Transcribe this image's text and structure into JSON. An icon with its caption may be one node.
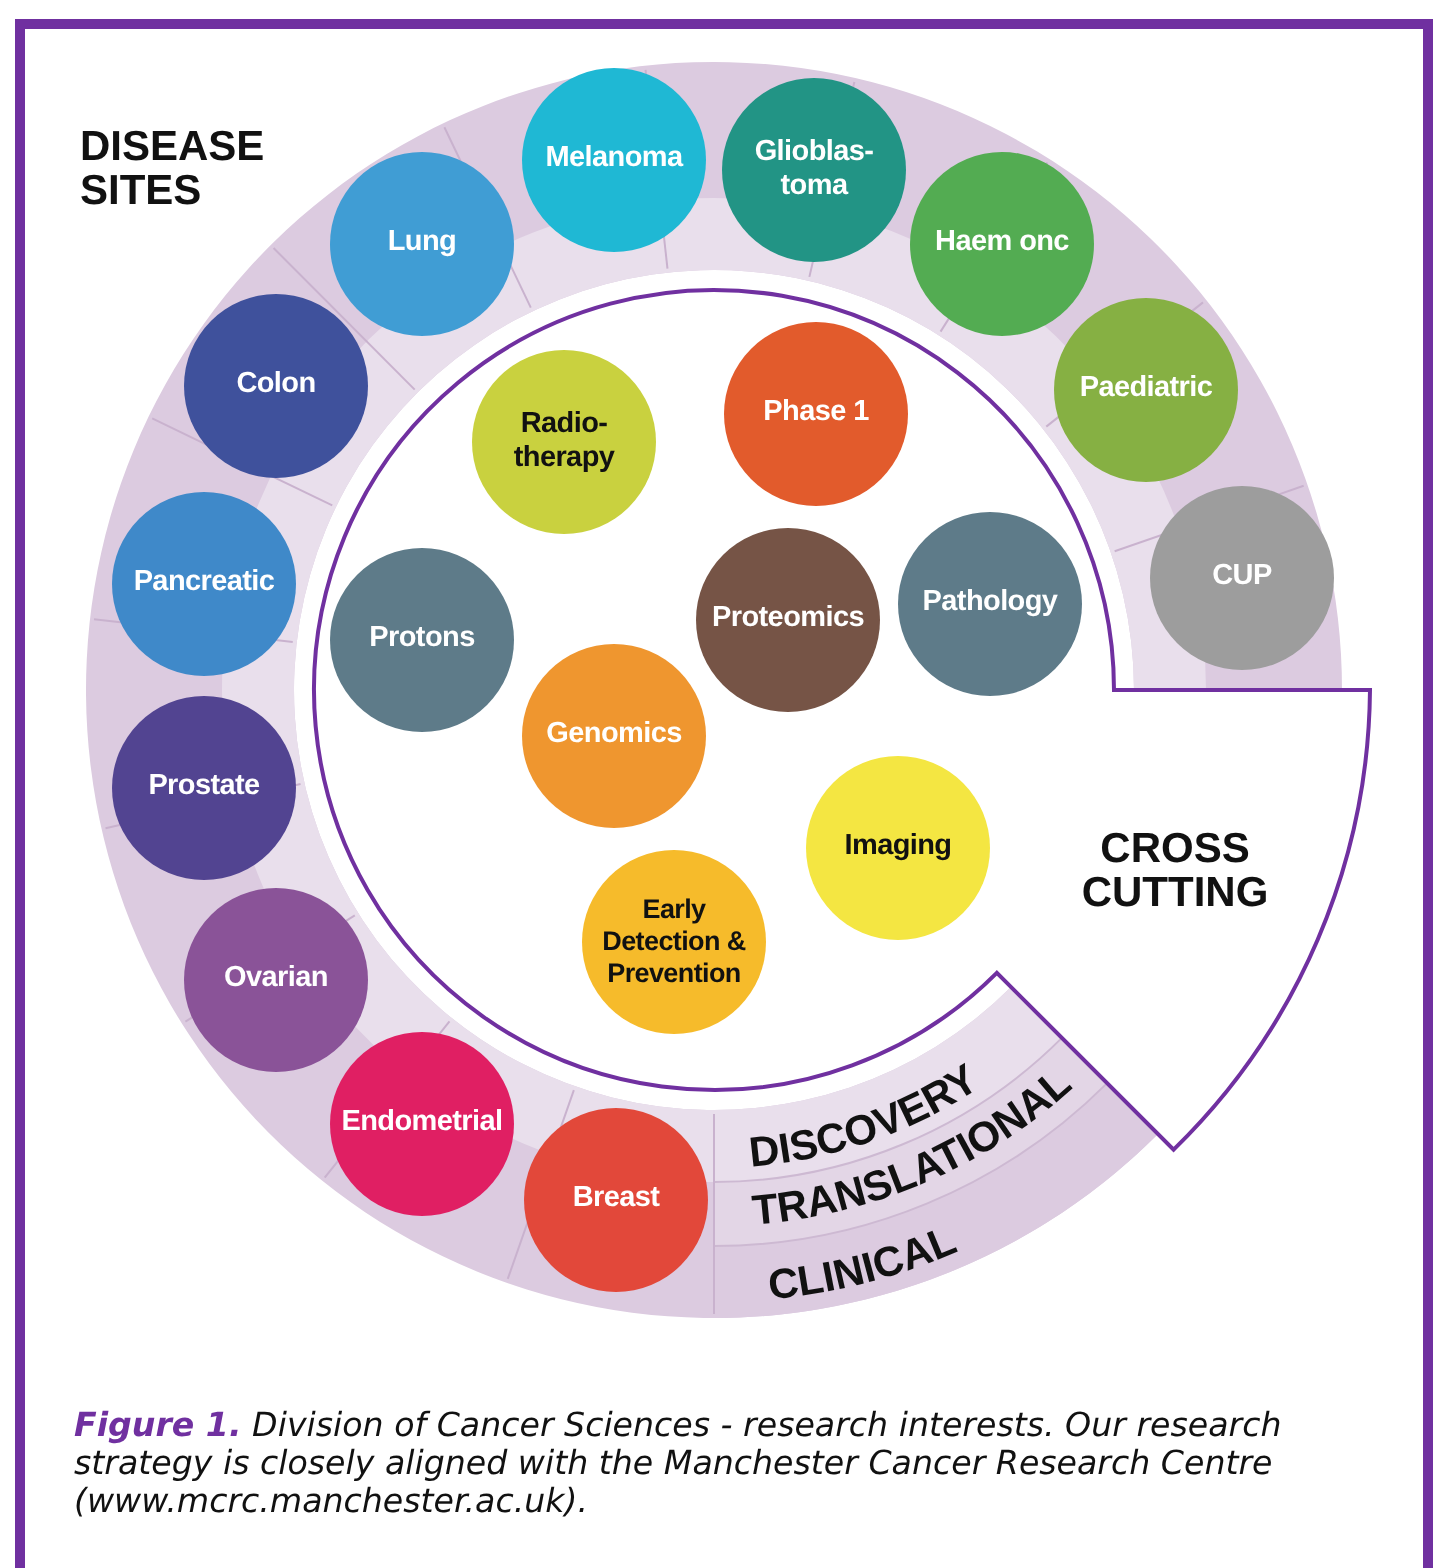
{
  "diagram": {
    "caption": "**Figure 1.** Division of Cancer Sciences - research interests. Our research strategy is closely aligned with the Manchester Cancer Research Centre (www.mcrc.manchester.ac.uk).",
    "nodes": [
      {
        "text": [
          "Breast"
        ]
      },
      {
        "text": [
          "Endometrial"
        ]
      },
      {
        "text": [
          "Ovarian"
        ]
      },
      {
        "text": [
          "Prostate"
        ]
      },
      {
        "text": [
          "Pancreatic"
        ]
      },
      {
        "text": [
          "Colon"
        ]
      },
      {
        "text": [
          "Lung"
        ]
      },
      {
        "text": [
          "Melanoma"
        ]
      },
      {
        "text": [
          "Glioblas- toma"
        ]
      },
      {
        "text": [
          "Haem onc"
        ]
      },
      {
        "text": [
          "Paediatric"
        ]
      },
      {
        "text": [
          "CUP"
        ]
      },
      {
        "text": [
          "Radio- therapy"
        ]
      },
      {
        "text": [
          "Phase 1"
        ]
      },
      {
        "text": [
          "Protons"
        ]
      },
      {
        "text": [
          "Proteomics"
        ]
      },
      {
        "text": [
          "Pathology"
        ]
      },
      {
        "text": [
          "Genomics"
        ]
      },
      {
        "text": [
          "Imaging"
        ]
      },
      {
        "text": [
          "Early Detection & Prevention"
        ]
      }
    ],
    "labels": [
      "DISEASE SITES",
      "CROSS CUTTING",
      "DISCOVERY",
      "TRANSLATIONAL",
      "CLINICAL"
    ]
  }
}
